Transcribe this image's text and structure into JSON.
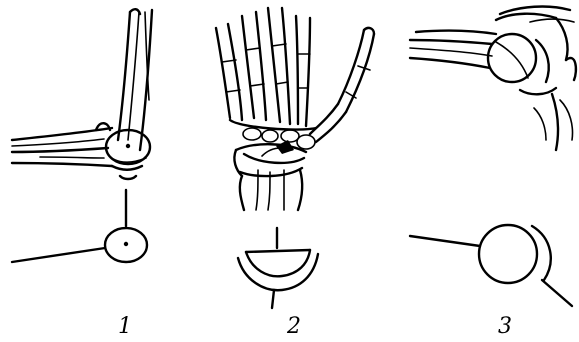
{
  "figures": [
    {
      "label": "1"
    },
    {
      "label": "2"
    },
    {
      "label": "3"
    }
  ],
  "colors": {
    "ink": "#000000",
    "background": "#ffffff"
  }
}
